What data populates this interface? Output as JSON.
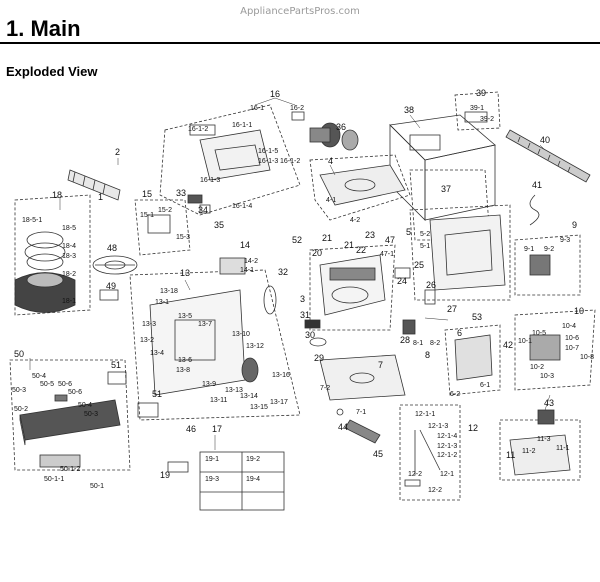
{
  "watermark": "AppliancePartsPros.com",
  "header": {
    "title": "1.  Main",
    "subtitle": "Exploded View"
  },
  "labels": {
    "l16": "16",
    "l16_1": "16-1",
    "l16_2": "16-2",
    "l16_1_1": "16-1-1",
    "l16_1_2": "16-1-2",
    "l16_1_3": "16-1-3",
    "l16_1_4": "16-1-4",
    "l16_1_5": "16-1-5",
    "l2": "2",
    "l1": "1",
    "l36": "36",
    "l38": "38",
    "l39": "39",
    "l39_1": "39-1",
    "l39_2": "39-2",
    "l40": "40",
    "l37": "37",
    "l41": "41",
    "l4": "4",
    "l4_1": "4-1",
    "l4_2": "4-2",
    "l18": "18",
    "l18_1": "18-1",
    "l18_2": "18-2",
    "l18_3": "18-3",
    "l18_4": "18-4",
    "l18_5": "18-5",
    "l18_5_1": "18-5-1",
    "l15": "15",
    "l15_1": "15-1",
    "l15_2": "15-2",
    "l15_3": "15-3",
    "l33": "33",
    "l34": "34",
    "l35": "35",
    "l48": "48",
    "l49": "49",
    "l14": "14",
    "l14_1": "14-1",
    "l14_2": "14-2",
    "l52": "52",
    "l20": "20",
    "l21": "21",
    "l21b": "21",
    "l22": "22",
    "l23": "23",
    "l47": "47",
    "l47_1": "47-1",
    "l5": "5",
    "l5_1": "5-1",
    "l5_2": "5-2",
    "l9": "9",
    "l9_1": "9-1",
    "l9_2": "9-2",
    "l9_3": "9-3",
    "l13": "13",
    "l13_1": "13-1",
    "l13_2": "13-2",
    "l13_3": "13-3",
    "l13_4": "13-4",
    "l13_5": "13-5",
    "l13_6": "13-6",
    "l13_7": "13-7",
    "l13_8": "13-8",
    "l13_9": "13-9",
    "l13_10": "13-10",
    "l13_11": "13-11",
    "l13_12": "13-12",
    "l13_13": "13-13",
    "l13_14": "13-14",
    "l13_15": "13-15",
    "l13_16": "13-16",
    "l13_17": "13-17",
    "l13_18": "13-18",
    "l32": "32",
    "l3": "3",
    "l31": "31",
    "l30": "30",
    "l29": "29",
    "l24": "24",
    "l25": "25",
    "l26": "26",
    "l27": "27",
    "l28": "28",
    "l53": "53",
    "l8": "8",
    "l8_1": "8-1",
    "l8_2": "8-2",
    "l6": "6",
    "l6_1": "6-1",
    "l6_2": "6-2",
    "l42": "42",
    "l10": "10",
    "l10_1": "10-1",
    "l10_2": "10-2",
    "l10_3": "10-3",
    "l10_4": "10-4",
    "l10_5": "10-5",
    "l10_6": "10-6",
    "l10_7": "10-7",
    "l10_8": "10-8",
    "l50": "50",
    "l50_1": "50-1",
    "l50_1_1": "50-1-1",
    "l50_1_2": "50-1-2",
    "l50_2": "50-2",
    "l50_3": "50-3",
    "l50_3b": "50-3",
    "l50_4": "50-4",
    "l50_4b": "50-4",
    "l50_5": "50-5",
    "l50_6": "50-6",
    "l50_6b": "50-6",
    "l51": "51",
    "l51b": "51",
    "l7": "7",
    "l7_1": "7-1",
    "l7_2": "7-2",
    "l44": "44",
    "l45": "45",
    "l12": "12",
    "l12_1": "12-1",
    "l12_1_1": "12-1-1",
    "l12_1_2": "12-1-2",
    "l12_1_3": "12-1-3",
    "l12_1_4": "12-1-4",
    "l12_2": "12-2",
    "l12_2b": "12-2",
    "l43": "43",
    "l11": "11",
    "l11_1": "11-1",
    "l11_2": "11-2",
    "l11_3": "11-3",
    "l46": "46",
    "l17": "17",
    "l19": "19",
    "l19_1": "19-1",
    "l19_2": "19-2",
    "l19_3": "19-3",
    "l19_4": "19-4"
  }
}
